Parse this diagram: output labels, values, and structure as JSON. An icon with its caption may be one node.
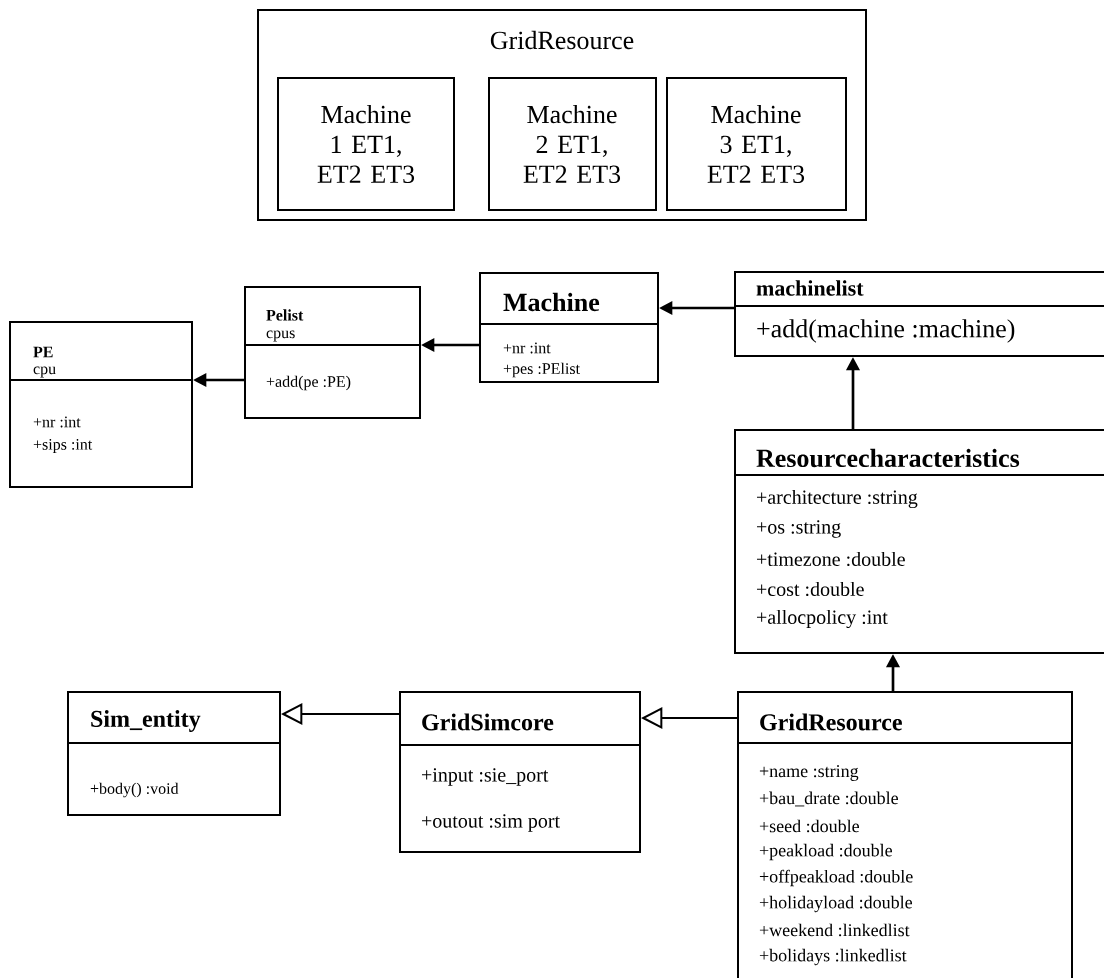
{
  "diagram": {
    "nodes": [
      {
        "text": [
          "GridResource"
        ]
      },
      {
        "text": [
          "Machine 1 ET1, ET2 ET3"
        ],
        "in": 0
      },
      {
        "text": [
          "Machine 2 ET1, ET2 ET3"
        ],
        "in": 0
      },
      {
        "text": [
          "Machine 3 ET1, ET2 ET3"
        ],
        "in": 0
      },
      {
        "text": [
          "PE",
          "cpu",
          "+nr :int",
          "+sips :int"
        ]
      },
      {
        "text": [
          "Pelist",
          "cpus",
          "+add(pe :PE)"
        ]
      },
      {
        "text": [
          "Machine",
          "+nr :int",
          "+pes :PElist"
        ]
      },
      {
        "text": [
          "machinelist",
          "+add(machine :machine)"
        ]
      },
      {
        "text": [
          "Resourcecharacteristics",
          "+architecture :string",
          "+os :string",
          "+timezone :double",
          "+cost :double",
          "+allocpolicy :int"
        ]
      },
      {
        "text": [
          "Sim_entity",
          "+body() :void"
        ]
      },
      {
        "text": [
          "GridSimcore",
          "+input :sie_port",
          "+outout :sim port"
        ]
      },
      {
        "text": [
          "GridResource",
          "+name :string",
          "+bau_drate :double",
          "+seed :double",
          "+peakload :double",
          "+offpeakload :double",
          "+holidayload :double",
          "+weekend :linkedlist",
          "+bolidays :linkedlist"
        ]
      }
    ],
    "edges": [
      {
        "from": 5,
        "to": 4,
        "arrow": "to"
      },
      {
        "from": 6,
        "to": 5,
        "arrow": "to"
      },
      {
        "from": 7,
        "to": 6,
        "arrow": "to"
      },
      {
        "from": 8,
        "to": 7,
        "arrow": "to"
      },
      {
        "from": 11,
        "to": 8,
        "arrow": "to"
      },
      {
        "from": 10,
        "to": 9,
        "arrow": "to"
      },
      {
        "from": 11,
        "to": 10,
        "arrow": "to"
      }
    ]
  }
}
